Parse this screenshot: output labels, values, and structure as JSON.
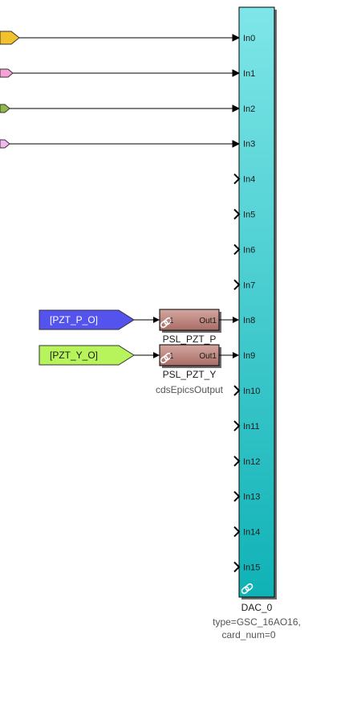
{
  "dac_block": {
    "name": "DAC_0",
    "params_line1": "type=GSC_16AO16,",
    "params_line2": "card_num=0",
    "ports": [
      "In0",
      "In1",
      "In2",
      "In3",
      "In4",
      "In5",
      "In6",
      "In7",
      "In8",
      "In9",
      "In10",
      "In11",
      "In12",
      "In13",
      "In14",
      "In15"
    ],
    "color_top": "#7fe6e8",
    "color_bottom": "#0fb2b6"
  },
  "offscreen_sources": [
    {
      "port": "In0",
      "color": "#f2c12e"
    },
    {
      "port": "In1",
      "color": "#f5a3d6"
    },
    {
      "port": "In2",
      "color": "#8fb84a"
    },
    {
      "port": "In3",
      "color": "#f3b8f0"
    }
  ],
  "goto_tags": [
    {
      "label": "[PZT_P_O]",
      "color": "#5553ee",
      "text_color": "#ffffff"
    },
    {
      "label": "[PZT_Y_O]",
      "color": "#b7f35a",
      "text_color": "#1a1a1a"
    }
  ],
  "subsystems": [
    {
      "name": "PSL_PZT_P",
      "in_label": "1",
      "out_label": "Out1",
      "target_port": "In8"
    },
    {
      "name": "PSL_PZT_Y",
      "in_label": "1",
      "out_label": "Out1",
      "target_port": "In9",
      "library": "cdsEpicsOutput"
    }
  ]
}
